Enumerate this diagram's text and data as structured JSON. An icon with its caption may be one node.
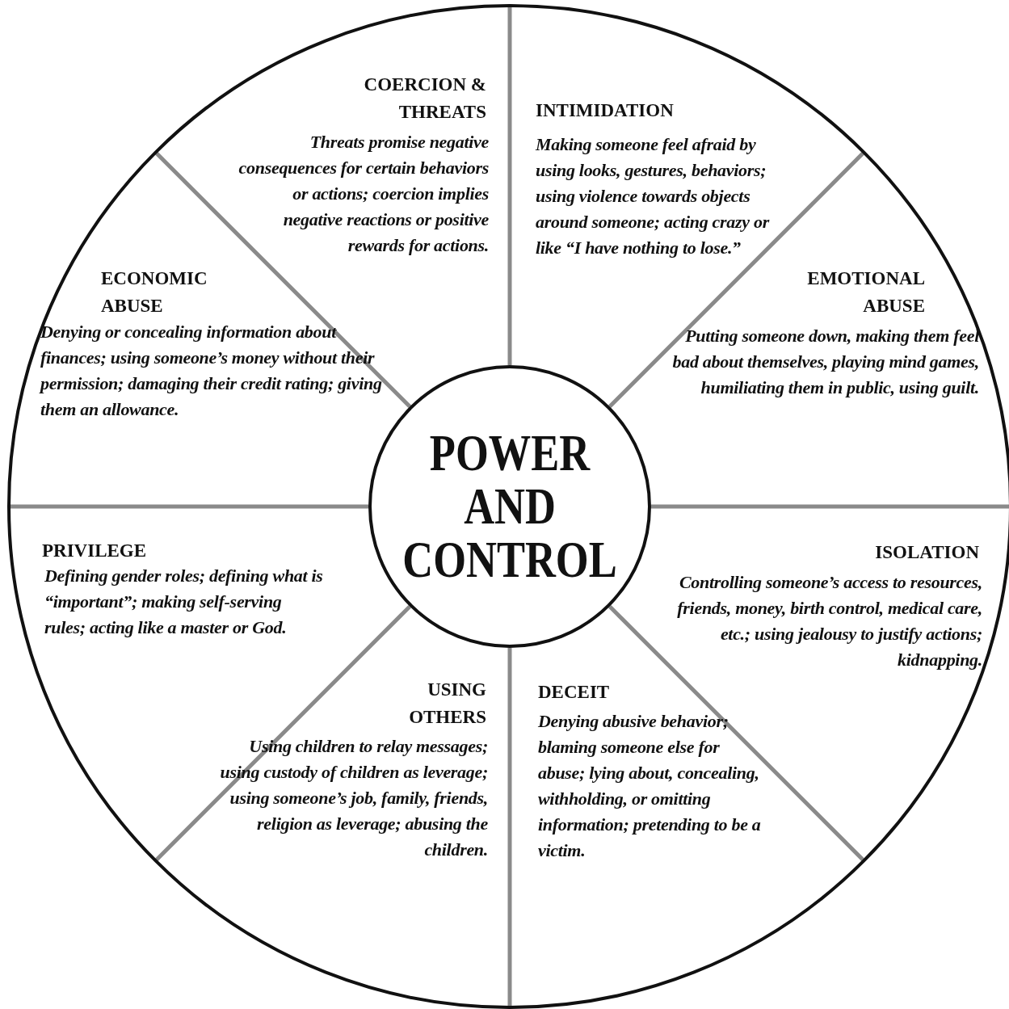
{
  "diagram": {
    "nodes": [
      {
        "text": [
          "COERCION & THREATS",
          "Threats promise negative consequences for certain behaviors or actions; coercion implies negative reactions or positive rewards for actions."
        ]
      },
      {
        "text": [
          "INTIMIDATION",
          "Making someone feel afraid by using looks, gestures, behaviors; using violence towards objects around someone; acting crazy or like “I have nothing to lose.”"
        ]
      },
      {
        "text": [
          "ECONOMIC ABUSE",
          "Denying or concealing information about finances; using someone’s money without their permission; damaging their credit rating; giving them an allowance."
        ]
      },
      {
        "text": [
          "EMOTIONAL ABUSE",
          "Putting someone down, making them feel bad about themselves, playing mind games, humiliating them in public, using guilt."
        ]
      },
      {
        "text": [
          "POWER AND CONTROL"
        ]
      },
      {
        "text": [
          "PRIVILEGE",
          "Defining gender roles; defining what is “important”; making self-serving rules; acting like a master or God."
        ]
      },
      {
        "text": [
          "ISOLATION",
          "Controlling someone’s access to resources, friends, money, birth control, medical care, etc.; using jealousy to justify actions; kidnapping."
        ]
      },
      {
        "text": [
          "USING OTHERS",
          "Using children to relay messages; using custody of children as leverage; using someone’s job, family, friends, religion as leverage; abusing the children."
        ]
      },
      {
        "text": [
          "DECEIT",
          "Denying abusive behavior; blaming someone else for abuse; lying about, concealing, withholding, or omitting information; pretending to be a victim."
        ]
      }
    ]
  }
}
